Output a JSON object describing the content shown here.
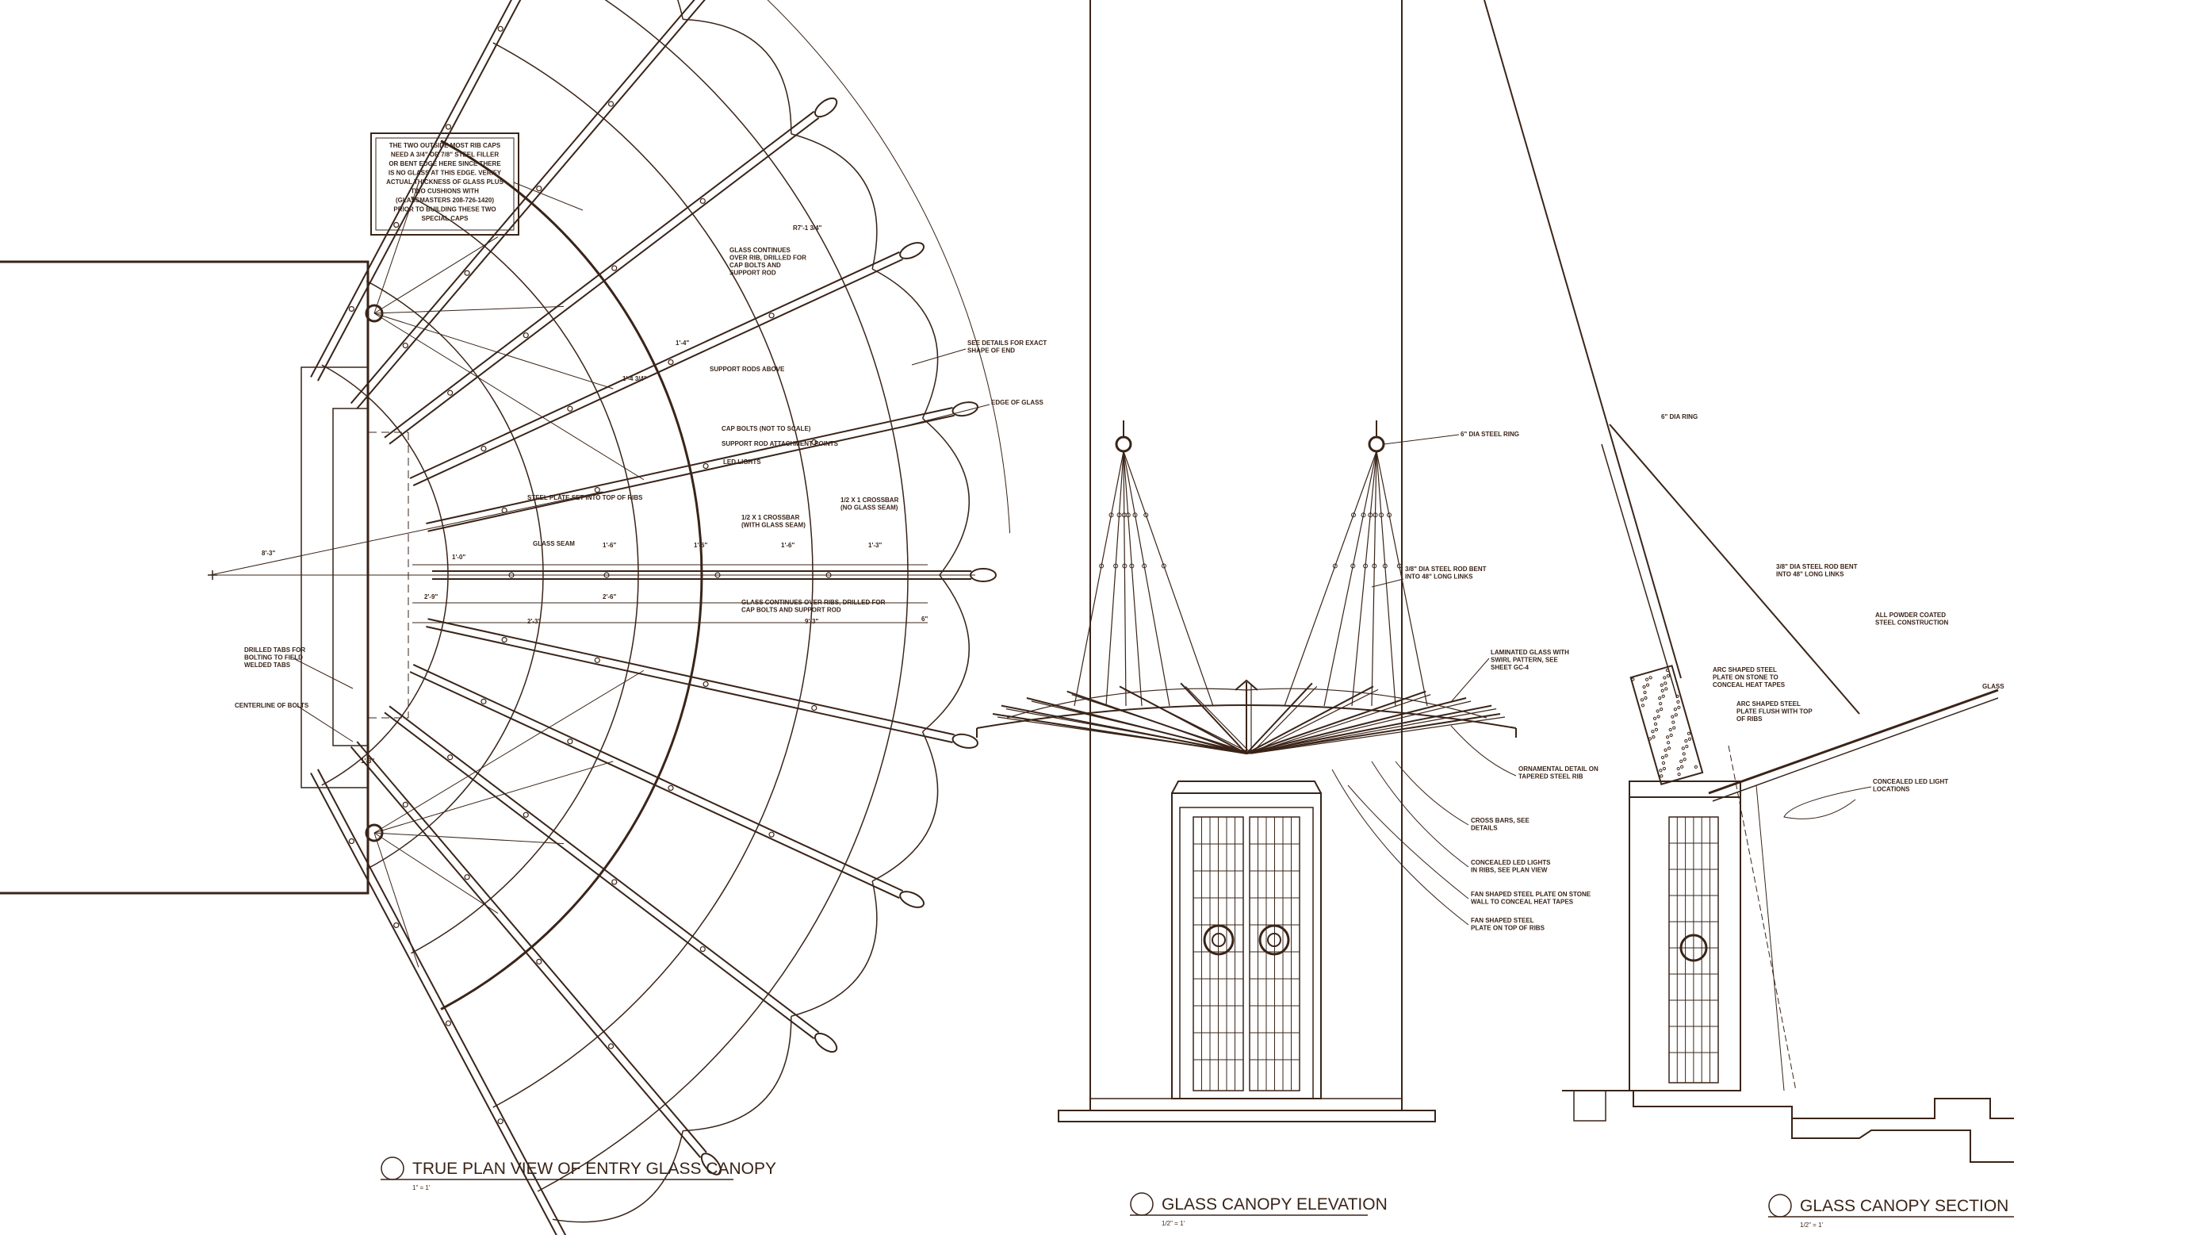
{
  "plan": {
    "note_box": "THE TWO OUTSIDE MOST RIB CAPS\nNEED A 3/4\" OR 7/8\" STEEL FILLER\nOR BENT EDGE HERE SINCE THERE\nIS NO GLASS AT THIS EDGE. VERIFY\nACTUAL THICKNESS OF GLASS PLUS\nTWO CUSHIONS WITH\n(GLASSMASTERS 208-726-1420)\nPRIOR TO BUILDING THESE TWO\nSPECIAL CAPS",
    "labels": {
      "glass_continues_rib": "GLASS CONTINUES\nOVER RIB, DRILLED FOR\nCAP BOLTS AND\nSUPPORT ROD",
      "see_details": "SEE DETAILS FOR EXACT\nSHAPE OF END",
      "edge_of_glass": "EDGE OF GLASS",
      "support_rods_above": "SUPPORT RODS ABOVE",
      "cap_bolts": "CAP BOLTS (NOT TO SCALE)",
      "support_rod_points": "SUPPORT ROD ATTACHMENT POINTS",
      "led_lights": "LED LIGHTS",
      "steel_plate": "STEEL PLATE SET INTO TOP OF RIBS",
      "crossbar_seam": "1/2 X 1 CROSSBAR\n(WITH GLASS SEAM)",
      "crossbar_no_seam": "1/2 X 1 CROSSBAR\n(NO GLASS SEAM)",
      "glass_seam": "GLASS SEAM",
      "glass_continues_ribs": "GLASS CONTINUES OVER RIBS, DRILLED FOR\nCAP BOLTS AND SUPPORT ROD",
      "drilled_tabs": "DRILLED TABS FOR\nBOLTING TO FIELD\nWELDED TABS",
      "centerline": "CENTERLINE OF BOLTS"
    },
    "dims": [
      "1'-0\"",
      "1'-6\"",
      "1'-6\"",
      "1'-6\"",
      "1'-3\"",
      "2'-9\"",
      "2'-6\"",
      "2'-3\"",
      "9'-3\"",
      "8'-3\"",
      "R7'-1 3/4\"",
      "6\"",
      "1'-4\"",
      "1'-4 3/4\"",
      "1'-3\""
    ],
    "title": "TRUE PLAN VIEW OF ENTRY GLASS CANOPY",
    "scale": "1\" = 1'"
  },
  "elevation": {
    "labels": {
      "ring": "6\" DIA STEEL RING",
      "rod": "3/8\" DIA STEEL ROD BENT\nINTO 48\" LONG LINKS",
      "laminated": "LAMINATED GLASS WITH\nSWIRL PATTERN, SEE\nSHEET GC-4",
      "ornamental": "ORNAMENTAL DETAIL ON\nTAPERED STEEL RIB",
      "cross_bars": "CROSS BARS, SEE\nDETAILS",
      "concealed_led": "CONCEALED LED LIGHTS\nIN RIBS, SEE PLAN VIEW",
      "fan_stone": "FAN SHAPED STEEL PLATE ON STONE\nWALL TO CONCEAL HEAT TAPES",
      "fan_ribs": "FAN SHAPED STEEL\nPLATE ON TOP OF RIBS"
    },
    "title": "GLASS CANOPY ELEVATION",
    "scale": "1/2\" = 1'"
  },
  "section": {
    "labels": {
      "ring": "6\" DIA RING",
      "rod": "3/8\" DIA STEEL ROD BENT\nINTO 48\" LONG LINKS",
      "powder": "ALL POWDER COATED\nSTEEL CONSTRUCTION",
      "arc_stone": "ARC SHAPED STEEL\nPLATE ON STONE TO\nCONCEAL HEAT TAPES",
      "arc_flush": "ARC SHAPED STEEL\nPLATE FLUSH WITH TOP\nOF RIBS",
      "glass": "GLASS",
      "concealed_led": "CONCEALED LED LIGHT\nLOCATIONS"
    },
    "title": "GLASS CANOPY SECTION",
    "scale": "1/2\" = 1'"
  },
  "colors": {
    "ink": "#3a2418",
    "paper": "#ffffff"
  }
}
